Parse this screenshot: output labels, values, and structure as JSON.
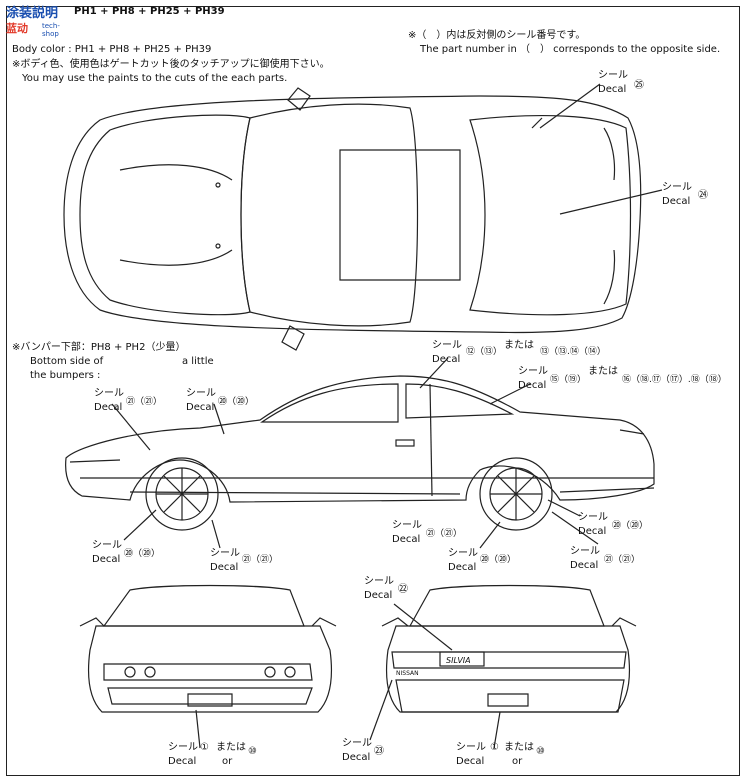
{
  "logo": {
    "line1": "涂装説明",
    "line2": "蓝动",
    "line3": "tech-shop"
  },
  "header": {
    "paint_line": "PH1 + PH8 + PH25 + PH39",
    "body_color": "Body color : PH1 + PH8 + PH25 + PH39",
    "note_jp": "※ボディ色、使用色はゲートカット後のタッチアップに御使用下さい。",
    "note_en": "You may use the paints to the cuts of the each parts.",
    "opposite_jp": "※（　）内は反対側のシール番号です。",
    "opposite_en": "The part number in （　） corresponds to the opposite side."
  },
  "top_view": {
    "decal_25": {
      "jp": "シール",
      "en": "Decal",
      "num": "㉕"
    },
    "decal_24": {
      "jp": "シール",
      "en": "Decal",
      "num": "㉔"
    }
  },
  "bumper_note": {
    "jp": "※バンパー下部：PH8 + PH2（少量）",
    "en1": "Bottom side of",
    "en2": "a little",
    "en3": "the bumpers :"
  },
  "side_view": {
    "d1": {
      "jp": "シール",
      "en": "Decal",
      "num": "㉑（㉑）"
    },
    "d2": {
      "jp": "シール",
      "en": "Decal",
      "num": "⑳（⑳）"
    },
    "d3": {
      "jp": "シール",
      "en": "Decal",
      "num": "⑫（⑬）",
      "or_jp": "または",
      "or": "⑬（⑬.⑭（⑭）"
    },
    "d4": {
      "jp": "シール",
      "en": "Decal",
      "num": "⑮（⑲）",
      "or_jp": "または",
      "or": "⑯（⑱.⑰（⑰）.⑱（⑱）"
    },
    "d5": {
      "jp": "シール",
      "en": "Decal",
      "num": "⑳（⑳）"
    },
    "d6": {
      "jp": "シール",
      "en": "Decal",
      "num": "㉑（㉑）"
    },
    "d7": {
      "jp": "シール",
      "en": "Decal",
      "num": "㉑（㉑）"
    },
    "d8": {
      "jp": "シール",
      "en": "Decal",
      "num": "⑳（⑳）"
    },
    "d9": {
      "jp": "シール",
      "en": "Decal",
      "num": "⑳（⑳）"
    },
    "d10": {
      "jp": "シール",
      "en": "Decal",
      "num": "㉑（㉑）"
    }
  },
  "front_view": {
    "decal": {
      "jp": "シール",
      "en": "Decal",
      "num": "①",
      "or_jp": "または",
      "or_en": "or",
      "alt": "⑩"
    }
  },
  "rear_view": {
    "decal_22": {
      "jp": "シール",
      "en": "Decal",
      "num": "㉒"
    },
    "decal_23": {
      "jp": "シール",
      "en": "Decal",
      "num": "㉓"
    },
    "decal_1": {
      "jp": "シール",
      "en": "Decal",
      "num": "①",
      "or_jp": "または",
      "or_en": "or",
      "alt": "⑩"
    },
    "badge": "SILVIA",
    "maker": "NISSAN"
  }
}
